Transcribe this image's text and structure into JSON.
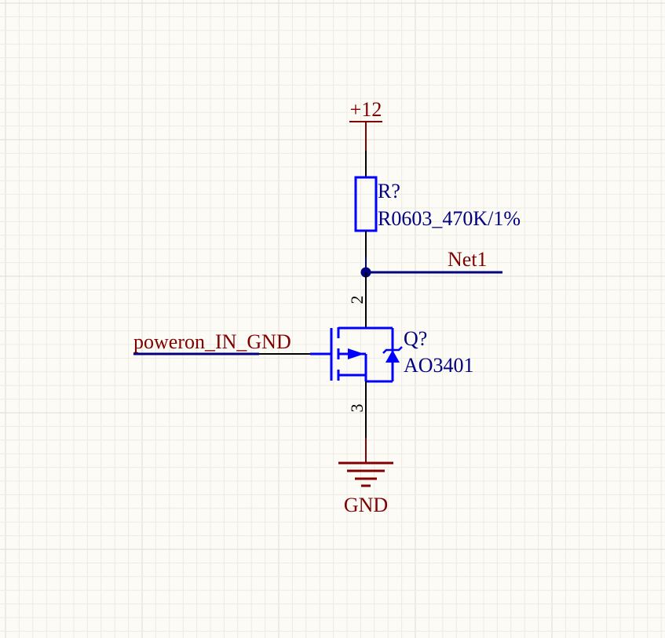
{
  "colors": {
    "background": "#fcfbf6",
    "grid_minor": "#ecebe4",
    "grid_major": "#dddcd4",
    "wire": "#000080",
    "component": "#0000ff",
    "power": "#800000",
    "pin_line": "#000000"
  },
  "power_port": {
    "label": "+12"
  },
  "ground_port": {
    "label": "GND"
  },
  "resistor": {
    "designator": "R?",
    "value": "R0603_470K/1%"
  },
  "net_label": {
    "label": "Net1"
  },
  "input_net": {
    "label": "poweron_IN_GND"
  },
  "mosfet": {
    "designator": "Q?",
    "value": "AO3401",
    "pin_drain": "2",
    "pin_source": "3"
  }
}
